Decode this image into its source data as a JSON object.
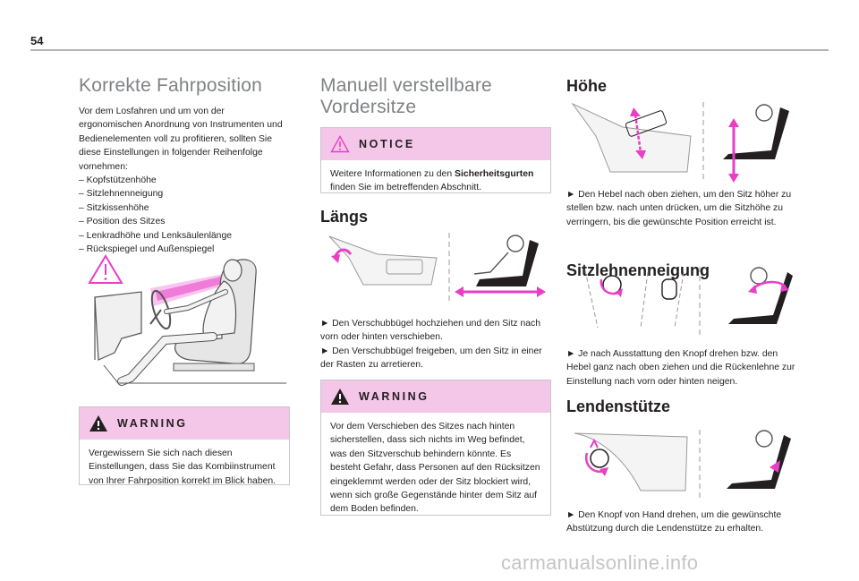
{
  "page": {
    "number": "54"
  },
  "col1": {
    "title": "Korrekte Fahrposition",
    "intro": "Vor dem Losfahren und um von der ergonomischen Anordnung von Instrumenten und Bedienelementen voll zu profitieren, sollten Sie diese Einstellungen in folgender Reihenfolge vornehmen:",
    "list": [
      "– Kopfstützenhöhe",
      "– Sitzlehnenneigung",
      "– Sitzkissenhöhe",
      "– Position des Sitzes",
      "– Lenkradhöhe und Lenksäulenlänge",
      "– Rückspiegel und Außenspiegel"
    ],
    "warning": {
      "title": "WARNING",
      "text": "Vergewissern Sie sich nach diesen Einstellungen, dass Sie das Kombiinstrument von Ihrer Fahrposition korrekt im Blick haben."
    }
  },
  "col2": {
    "title_line1": "Manuell verstellbare",
    "title_line2": "Vordersitze",
    "notice": {
      "title": "NOTICE",
      "text_before": "Weitere Informationen zu den ",
      "text_bold": "Sicherheitsgurten",
      "text_after": " finden Sie im betreffenden Abschnitt."
    },
    "laengs": {
      "heading": "Längs",
      "bullet1": "► Den Verschubbügel hochziehen und den Sitz nach vorn oder hinten verschieben.",
      "bullet2": "► Den Verschubbügel freigeben, um den Sitz in einer der Rasten zu arretieren."
    },
    "warning": {
      "title": "WARNING",
      "text": "Vor dem Verschieben des Sitzes nach hinten sicherstellen, dass sich nichts im Weg befindet, was den Sitzverschub behindern könnte. Es besteht Gefahr, dass Personen auf den Rücksitzen eingeklemmt werden oder der Sitz blockiert wird, wenn sich große Gegenstände hinter dem Sitz auf dem Boden befinden."
    }
  },
  "col3": {
    "hoehe": {
      "heading": "Höhe",
      "bullet": "► Den Hebel nach oben ziehen, um den Sitz höher zu stellen bzw. nach unten drücken, um die Sitzhöhe zu verringern, bis die gewünschte Position erreicht ist."
    },
    "sitzlehne": {
      "heading": "Sitzlehnenneigung",
      "bullet": "► Je nach Ausstattung den Knopf drehen bzw. den Hebel ganz nach oben ziehen und die Rückenlehne zur Einstellung nach vorn oder hinten neigen."
    },
    "lenden": {
      "heading": "Lendenstütze",
      "bullet": "► Den Knopf von Hand drehen, um die gewünschte Abstützung durch die Lendenstütze zu erhalten."
    }
  },
  "watermark": "carmanualsonline.info",
  "colors": {
    "accent": "#e83fc6",
    "box_header": "#f4c6e8",
    "line_gray": "#808285"
  }
}
